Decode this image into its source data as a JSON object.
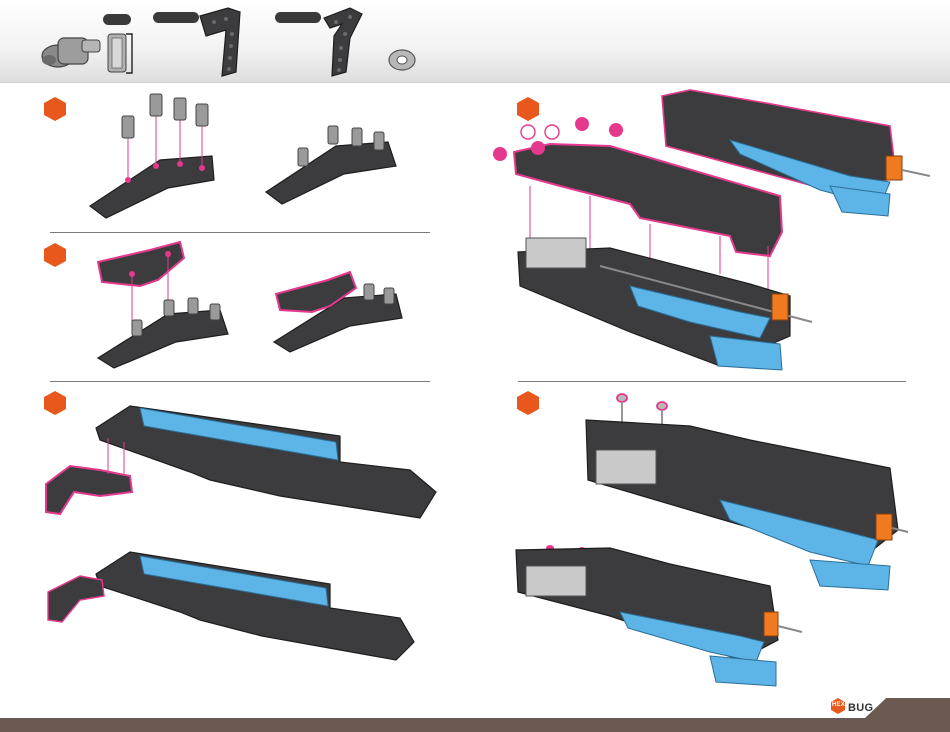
{
  "header": {
    "parts": [
      {
        "name": "axle-connector-and-bushing",
        "quantity": ""
      },
      {
        "name": "l-beam",
        "quantity": ""
      },
      {
        "name": "angled-beam",
        "quantity": ""
      },
      {
        "name": "washer",
        "quantity": ""
      }
    ]
  },
  "steps": [
    {
      "number": ""
    },
    {
      "number": ""
    },
    {
      "number": ""
    },
    {
      "number": ""
    },
    {
      "number": ""
    }
  ],
  "colors": {
    "badge": "#e8581c",
    "highlight": "#e5398d",
    "beam": "#3c3c3e",
    "beam_hole": "#5c5c5e",
    "blue_beam": "#5db4e6",
    "orange_part": "#f07a1f",
    "pin": "#9a9a9a",
    "footer": "#6a5a52"
  },
  "brand": {
    "logo_hex_text": "HEX",
    "logo_text": "BUG"
  }
}
